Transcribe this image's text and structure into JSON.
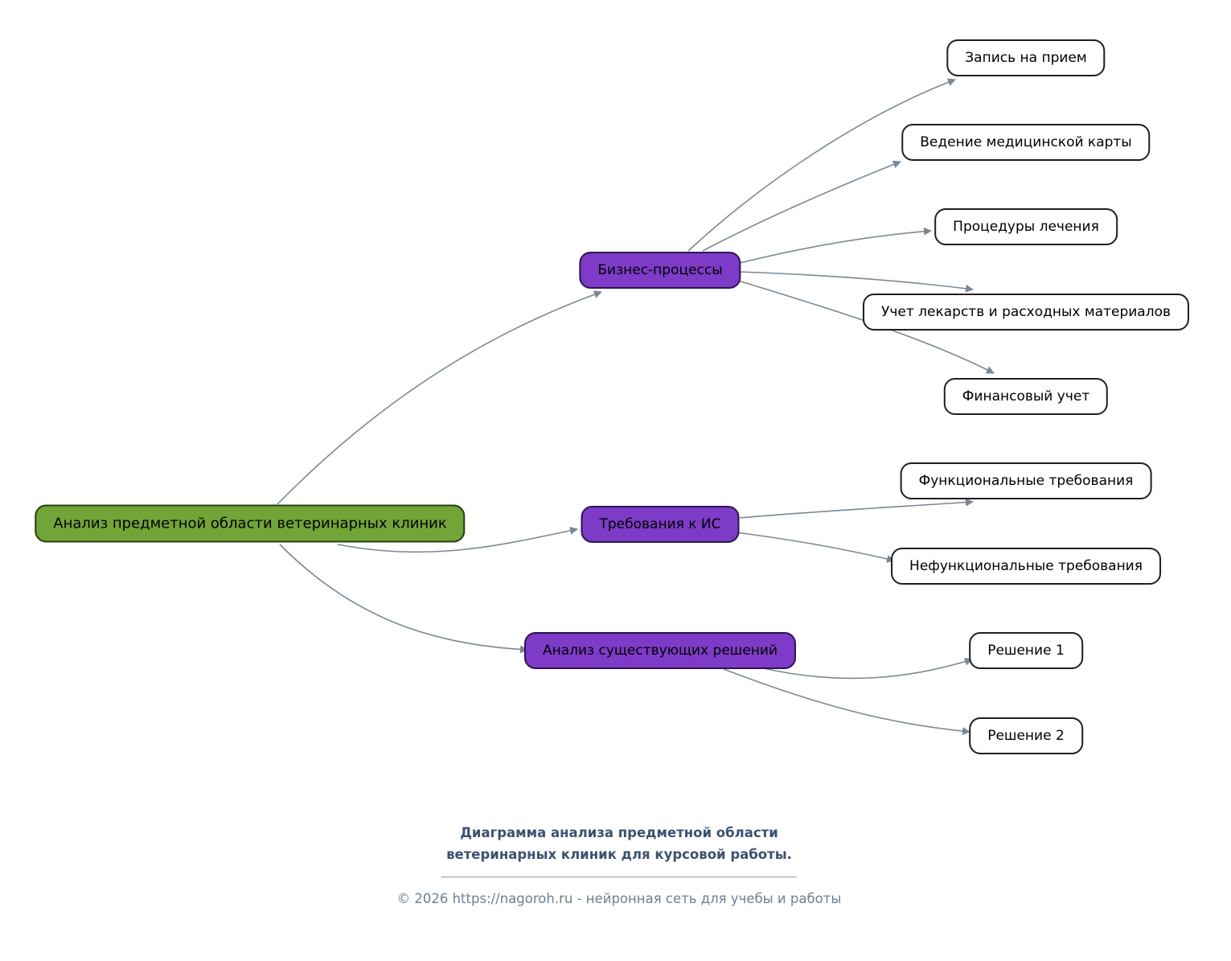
{
  "mindmap": {
    "root": {
      "label": "Анализ предметной области ветеринарных клиник"
    },
    "branches": [
      {
        "label": "Бизнес-процессы",
        "children": [
          {
            "label": "Запись на прием"
          },
          {
            "label": "Ведение медицинской карты"
          },
          {
            "label": "Процедуры лечения"
          },
          {
            "label": "Учет лекарств и расходных материалов"
          },
          {
            "label": "Финансовый учет"
          }
        ]
      },
      {
        "label": "Требования к ИС",
        "children": [
          {
            "label": "Функциональные требования"
          },
          {
            "label": "Нефункциональные требования"
          }
        ]
      },
      {
        "label": "Анализ существующих решений",
        "children": [
          {
            "label": "Решение 1"
          },
          {
            "label": "Решение 2"
          }
        ]
      }
    ]
  },
  "footer": {
    "caption_line1": "Диаграмма анализа предметной области",
    "caption_line2": "ветеринарных клиник для курсовой работы.",
    "copyright": "© 2026 https://nagoroh.ru - нейронная сеть для учебы и работы"
  },
  "colors": {
    "root_bg": "#72a437",
    "branch_bg": "#7d3bc8",
    "leaf_bg": "#ffffff",
    "node_border": "#1f1f1f",
    "edge": "#7b8894",
    "caption_text": "#3d5170",
    "copyright_text": "#6e7f90"
  }
}
